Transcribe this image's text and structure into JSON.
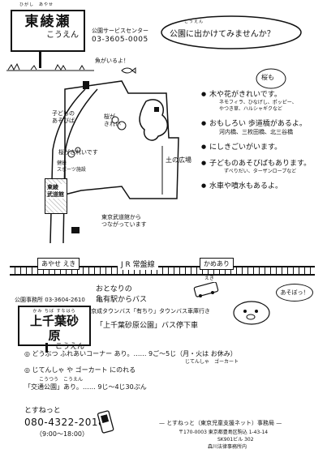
{
  "top": {
    "park_name_ruby": "ひがし　あやせ",
    "park_name": "東綾瀬",
    "park_name_sub": "こうえん",
    "service_center_label": "公園サービスセンター",
    "service_center_phone": "03-3605-0005",
    "bubble_ruby": "こうえん",
    "bubble_text": "公園に出かけてみませんか？"
  },
  "map": {
    "fish_label": "魚がいるよ！",
    "kids_play": "子どもの\nあそびば",
    "sakura_kireina": "桜が\nきれい",
    "sakura_road": "桜がきれいです",
    "health_path": "健康\nスポーツ施設",
    "lawn": "土の広場",
    "budokan": "東綾\n武道館",
    "budokan_note": "東京武道館から\nつながっています",
    "station_left": "あやせ えき",
    "line_name": "J R 常盤線",
    "station_right": "かめあり",
    "station_right_sub": "えき",
    "sakura_badge": "桜も"
  },
  "features": [
    {
      "main": "木や花がきれいです。",
      "sub": "ネモフィラ、ひなげし、ポッピー、\nやつき草、ハルシャギクなど"
    },
    {
      "main": "おもしろい 歩道橋があるよ。",
      "sub": "河内橋、三枚田橋、北三谷橋"
    },
    {
      "main": "にしきごいがいます。",
      "sub": ""
    },
    {
      "main": "子どものあそびばもあります。",
      "sub": "ずべりだい、ターザンロープなど"
    },
    {
      "main": "水車や噴水もあるよ。",
      "sub": ""
    }
  ],
  "bottom": {
    "park2_label": "公園事務所",
    "park2_phone": "03-3604-2610",
    "park2_ruby": "かみ ちば すなはら",
    "park2_name": "上千葉砂原",
    "park2_sub": "こうえん",
    "bus_line1": "おとなりの",
    "bus_line2": "亀有駅からバス",
    "bus_line3": "京成タウンバス「有ちり」タウンバス車庫行き",
    "bus_line4": "「上千葉砂原公園」バス停下車",
    "bubble_right": "あそぼっ！",
    "item1": "どうぶつ ふれあいコーナー あり。…… 9ご〜5じ（月・火は お休み）",
    "item2": "じてんしゃ や ゴーカート にのれる",
    "item2_top": "じてんしゃ　ゴーカート",
    "item3_ruby": "こうつう　こうえん",
    "item3": "「交通公園」あり。…… 9じ〜4じ30ぷん"
  },
  "footer": {
    "org_short": "とすねっと",
    "phone": "080-4322-2018",
    "hours": "（9:00〜18:00）",
    "org_full": "— とすねっと（東京児童支援ネット）事務局 —",
    "address1": "〒170-0003 東京都豊島区駒込 1-43-14",
    "address2": "SK901ビル 302",
    "address3": "森川法律事務所内"
  }
}
